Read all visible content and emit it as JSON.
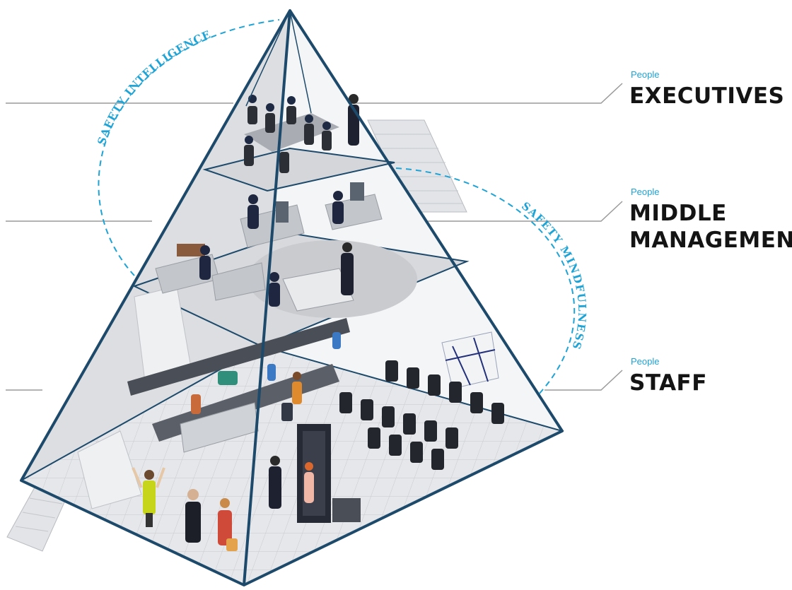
{
  "tiers": [
    {
      "prefix": "People",
      "lines": [
        "EXECUTIVES"
      ]
    },
    {
      "prefix": "People",
      "lines": [
        "MIDDLE",
        "MANAGEMENT"
      ]
    },
    {
      "prefix": "People",
      "lines": [
        "STAFF"
      ]
    }
  ],
  "arcs": {
    "intelligence": "SAFETY INTELLIGENCE",
    "mindfulness": "SAFETY MINDFULNESS"
  },
  "colors": {
    "accent": "#1ea3d6",
    "frame": "#1d4a6b",
    "label": "#141414",
    "leader": "#9a9a9a",
    "floor": "#d9dbde",
    "wall": "#eceef0"
  }
}
